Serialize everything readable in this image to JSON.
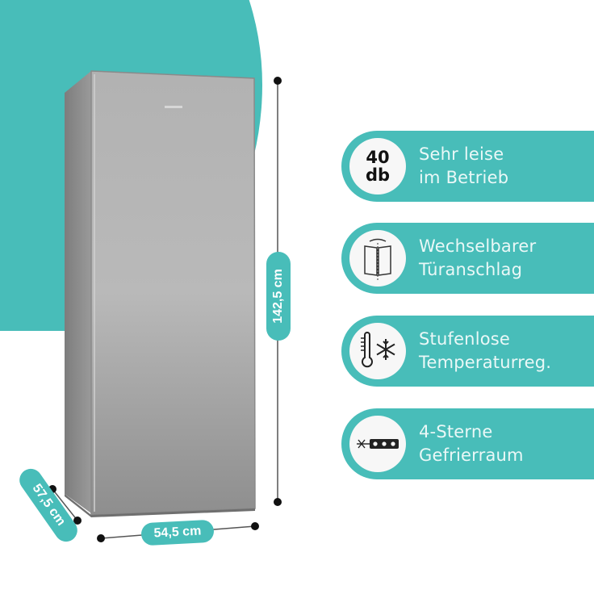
{
  "colors": {
    "accent": "#48bdb9",
    "pill_text": "#eaf8f7",
    "icon_bg": "#f7f7f7",
    "fridge_front": "#a9a9a9",
    "dimension_line": "#555555"
  },
  "product": {
    "name": "stainless-steel-fridge"
  },
  "dimensions": {
    "height": "142,5 cm",
    "width": "54,5 cm",
    "depth": "57,5 cm"
  },
  "features": [
    {
      "icon": "40db-noise-icon",
      "icon_line1": "40",
      "icon_line2": "db",
      "line1": "Sehr leise",
      "line2": "im Betrieb"
    },
    {
      "icon": "reversible-door-icon",
      "line1": "Wechselbarer",
      "line2": "Türanschlag"
    },
    {
      "icon": "thermometer-snowflake-icon",
      "line1": "Stufenlose",
      "line2": "Temperaturreg."
    },
    {
      "icon": "four-star-freezer-icon",
      "line1": "4-Sterne",
      "line2": "Gefrierraum"
    }
  ]
}
